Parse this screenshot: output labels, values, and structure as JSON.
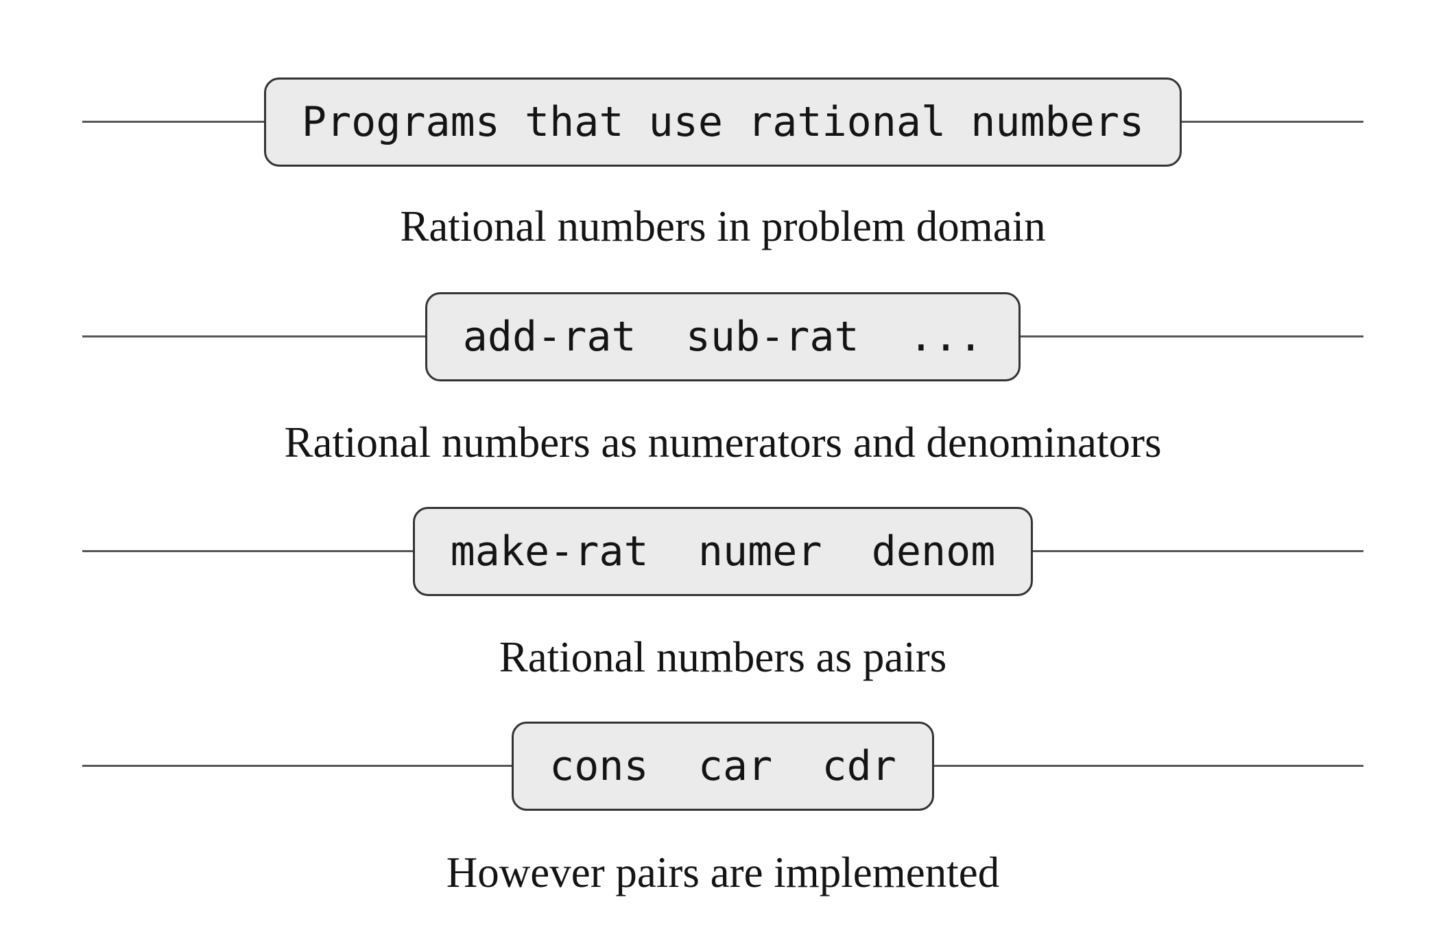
{
  "diagram": {
    "tiers": [
      {
        "box_text": "Programs that use rational numbers",
        "caption": "Rational numbers in problem domain"
      },
      {
        "box_text": "add-rat  sub-rat  ...",
        "caption": "Rational numbers as numerators and denominators"
      },
      {
        "box_text": "make-rat  numer  denom",
        "caption": "Rational numbers as pairs"
      },
      {
        "box_text": "cons  car  cdr",
        "caption": "However pairs are implemented"
      }
    ],
    "colors": {
      "background": "#ffffff",
      "box_fill": "#ebebeb",
      "box_border": "#333333",
      "line": "#565656",
      "text": "#141414"
    }
  }
}
